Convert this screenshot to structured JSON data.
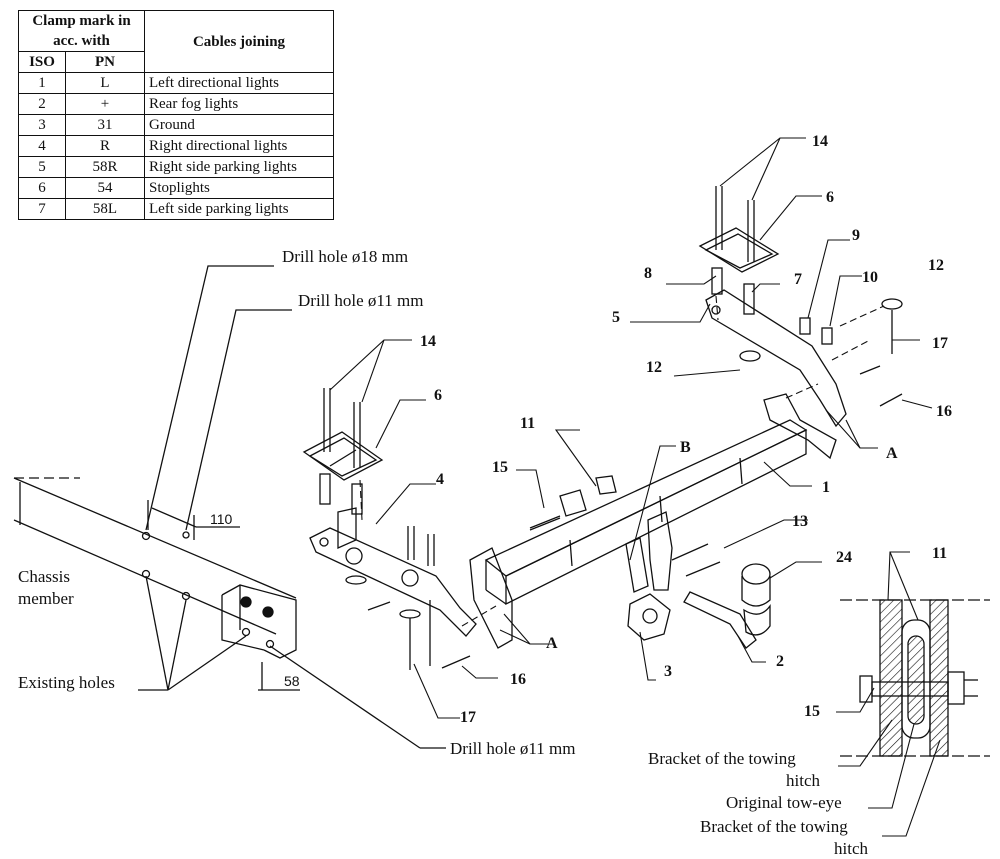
{
  "table": {
    "header_clamp": "Clamp mark in acc. with",
    "header_iso": "ISO",
    "header_pn": "PN",
    "header_cables": "Cables joining",
    "rows": [
      {
        "iso": "1",
        "pn": "L",
        "desc": "Left directional lights"
      },
      {
        "iso": "2",
        "pn": "+",
        "desc": "Rear fog lights"
      },
      {
        "iso": "3",
        "pn": "31",
        "desc": "Ground"
      },
      {
        "iso": "4",
        "pn": "R",
        "desc": "Right directional lights"
      },
      {
        "iso": "5",
        "pn": "58R",
        "desc": "Right side parking lights"
      },
      {
        "iso": "6",
        "pn": "54",
        "desc": "Stoplights"
      },
      {
        "iso": "7",
        "pn": "58L",
        "desc": "Left side parking lights"
      }
    ]
  },
  "labels": {
    "drill_18": "Drill hole ø18 mm",
    "drill_11_top": "Drill hole ø11 mm",
    "drill_11_bottom": "Drill hole ø11 mm",
    "chassis_1": "Chassis",
    "chassis_2": "member",
    "existing_holes": "Existing holes",
    "dim_110": "110",
    "dim_58": "58",
    "bracket_1a": "Bracket of the towing",
    "bracket_1b": "hitch",
    "original_tow_eye": "Original tow-eye",
    "bracket_2a": "Bracket of the towing",
    "bracket_2b": "hitch"
  },
  "parts": {
    "p1": "1",
    "p2": "2",
    "p3": "3",
    "p4": "4",
    "p5": "5",
    "p6a": "6",
    "p6b": "6",
    "p7": "7",
    "p8": "8",
    "p9": "9",
    "p10": "10",
    "p11a": "11",
    "p11b": "11",
    "p12a": "12",
    "p12b": "12",
    "p13": "13",
    "p14a": "14",
    "p14b": "14",
    "p15a": "15",
    "p15b": "15",
    "p16a": "16",
    "p16b": "16",
    "p17a": "17",
    "p17b": "17",
    "p24": "24",
    "pA1": "A",
    "pA2": "A",
    "pB": "B"
  }
}
